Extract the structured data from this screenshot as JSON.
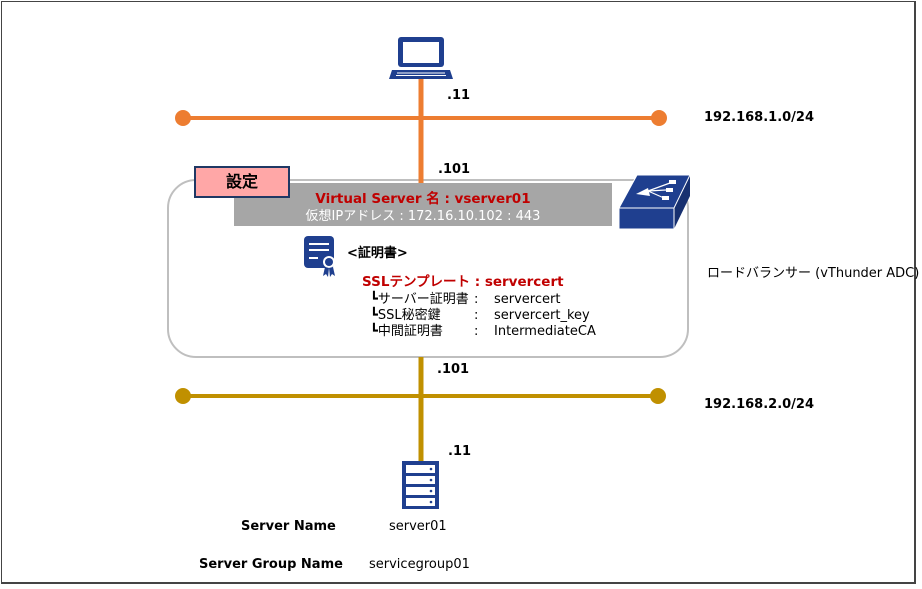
{
  "colors": {
    "upper_network": "#ed7d31",
    "lower_network": "#c09000",
    "icon_blue": "#1f3f8f",
    "settings_tag_bg": "#ffa7a7",
    "virtual_server_bar": "#a6a6a6",
    "highlight_red": "#c00000",
    "lb_box_border": "#bfbfbf"
  },
  "client": {
    "icon": "laptop-icon",
    "ip_suffix": ".11"
  },
  "upper_network": {
    "subnet": "192.168.1.0/24",
    "lb_ip_suffix": ".101"
  },
  "load_balancer": {
    "label": "ロードバランサー (vThunder ADC)",
    "icon": "load-balancer-switch-icon",
    "settings_tag": "設定",
    "virtual_server": {
      "title": "Virtual Server 名 : vserver01",
      "vip": "仮想IPアドレス : 172.16.10.102 : 443"
    },
    "certificate": {
      "icon": "certificate-icon",
      "heading": "<証明書>",
      "ssl_template": "SSLテンプレート : servercert",
      "rows": [
        {
          "key": "┗サーバー証明書",
          "sep": ":",
          "value": "servercert"
        },
        {
          "key": "┗SSL秘密鍵",
          "sep": ":",
          "value": "servercert_key"
        },
        {
          "key": "┗中間証明書",
          "sep": ":",
          "value": "IntermediateCA"
        }
      ]
    }
  },
  "lower_network": {
    "subnet": "192.168.2.0/24",
    "lb_ip_suffix": ".101"
  },
  "server": {
    "icon": "server-rack-icon",
    "ip_suffix": ".11",
    "name_label": "Server Name",
    "name_value": "server01",
    "group_label": "Server Group Name",
    "group_value": "servicegroup01"
  }
}
